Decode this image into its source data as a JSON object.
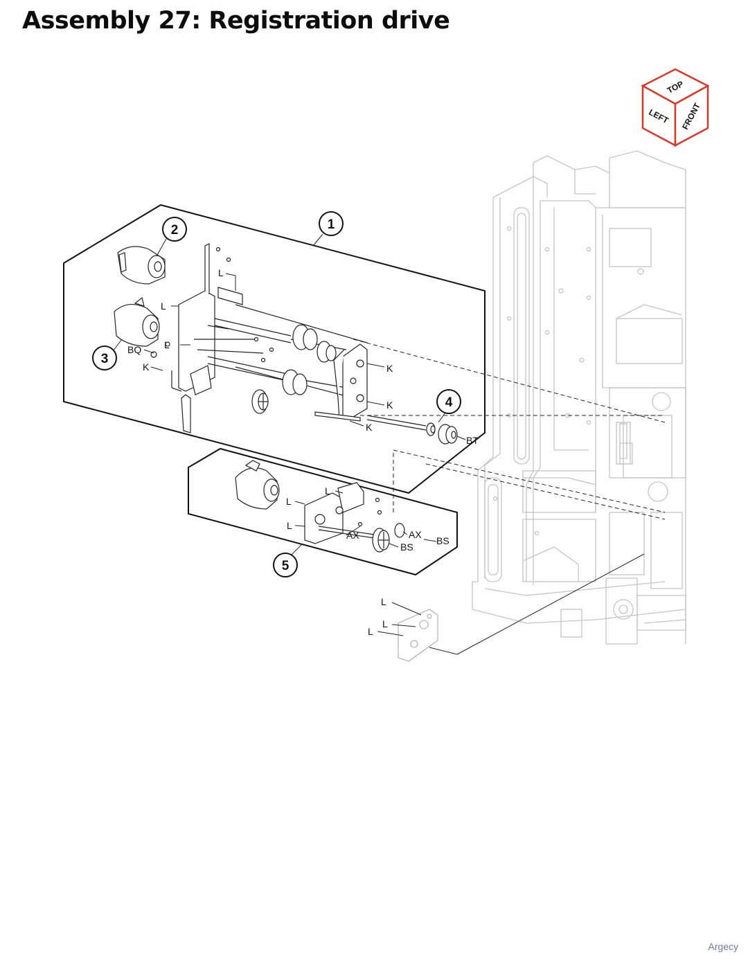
{
  "title": "Assembly 27: Registration drive",
  "footer": "Argecy",
  "orientation_cube": {
    "top": "TOP",
    "left": "LEFT",
    "front": "FRONT",
    "accent": "#d83a2a"
  },
  "callouts": [
    "1",
    "2",
    "3",
    "4",
    "5"
  ],
  "part_labels": {
    "L1": "L",
    "L2": "L",
    "L3": "L",
    "L4": "L",
    "L5": "L",
    "L6": "L",
    "L7": "L",
    "L8": "L",
    "L9": "L",
    "BQ": "BQ",
    "K1": "K",
    "K2": "K",
    "K3": "K",
    "K4": "K",
    "BT": "BT",
    "AX1": "AX",
    "AX2": "AX",
    "BS1": "BS",
    "BS2": "BS"
  }
}
